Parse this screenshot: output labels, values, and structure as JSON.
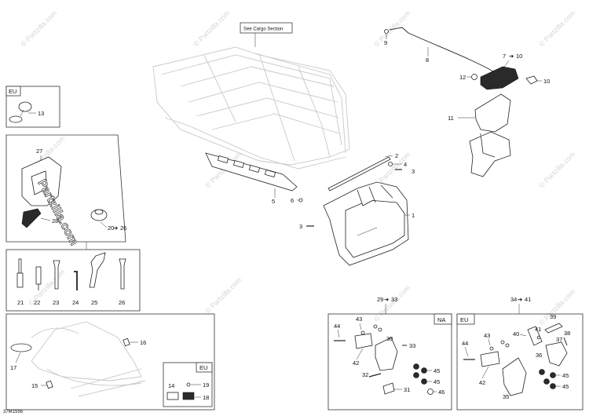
{
  "diagram_code": "37M1556",
  "watermark": "© Partzilla.com",
  "logo_text": "Partzilla.com",
  "callouts": {
    "see_cargo": "See Cargo Section",
    "p1": "1",
    "p2": "2",
    "p3a": "3",
    "p3b": "3",
    "p4": "4",
    "p5": "5",
    "p6": "6",
    "p7_10": "7",
    "p7_10b": "10",
    "p8": "8",
    "p9": "9",
    "p10": "10",
    "p11": "11",
    "p12": "12",
    "p13": "13",
    "p14": "14",
    "p15": "15",
    "p16": "16",
    "p17": "17",
    "p18": "18",
    "p19": "19",
    "p20_26a": "20",
    "p20_26b": "26",
    "p21": "21",
    "p22": "22",
    "p23": "23",
    "p24": "24",
    "p25": "25",
    "p26": "26",
    "p27": "27",
    "p28": "28",
    "p29_33a": "29",
    "p29_33b": "33",
    "p30": "30",
    "p31": "31",
    "p32": "32",
    "p33": "33",
    "p42a": "42",
    "p43a": "43",
    "p44a": "44",
    "p45a": "45",
    "p45b": "45",
    "p46": "46",
    "p34_41a": "34",
    "p34_41b": "41",
    "p35": "35",
    "p36": "36",
    "p37": "37",
    "p38": "38",
    "p39": "39",
    "p40": "40",
    "p41": "41",
    "p42b": "42",
    "p43b": "43",
    "p44b": "44",
    "p45c": "45",
    "p45d": "45"
  },
  "region_tags": {
    "eu_top": "EU",
    "eu_bottom": "EU",
    "na": "NA",
    "eu_right": "EU"
  }
}
